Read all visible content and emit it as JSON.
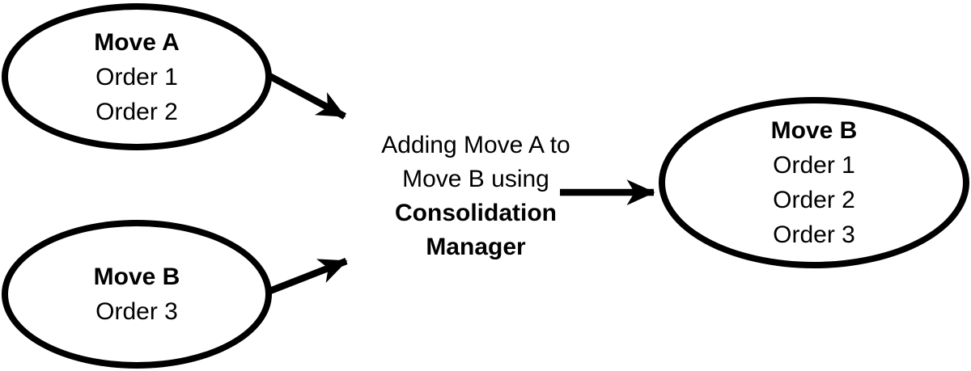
{
  "colors": {
    "ink": "#000000",
    "background": "#ffffff"
  },
  "nodes": [
    {
      "title": "Move A",
      "orders": [
        "Order 1",
        "Order 2"
      ]
    },
    {
      "title": "Move B",
      "orders": [
        "Order 3"
      ]
    },
    {
      "title": "Move B",
      "orders": [
        "Order 1",
        "Order 2",
        "Order 3"
      ]
    }
  ],
  "process": {
    "line1": "Adding Move A to",
    "line2": "Move B using",
    "line3": "Consolidation",
    "line4": "Manager"
  }
}
